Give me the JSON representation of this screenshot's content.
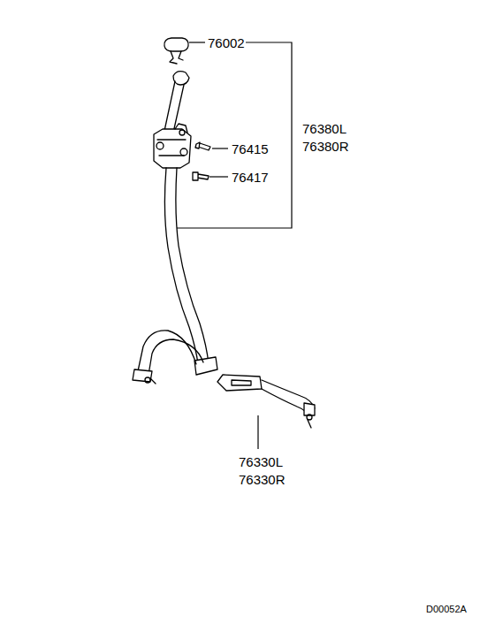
{
  "diagram": {
    "labels": [
      "76002",
      "76380L",
      "76380R",
      "76415",
      "76417",
      "76330L",
      "76330R",
      "D00052A"
    ]
  }
}
